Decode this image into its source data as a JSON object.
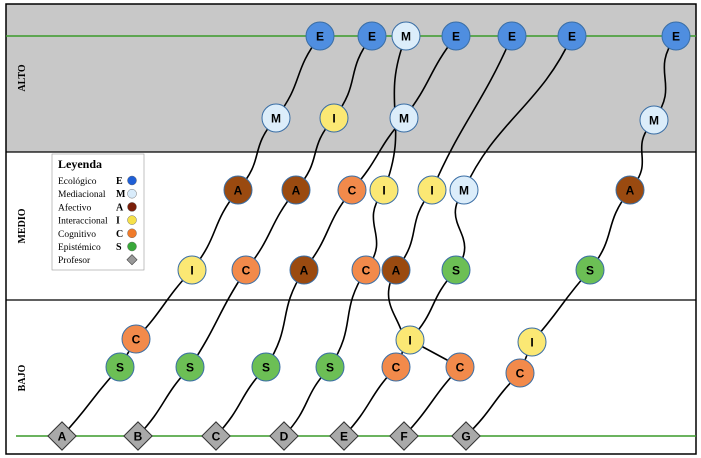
{
  "bands": [
    {
      "label": "ALTO",
      "color": "#c8c8c8"
    },
    {
      "label": "MEDIO",
      "color": "#ffffff"
    },
    {
      "label": "BAJO",
      "color": "#ffffff"
    }
  ],
  "legend": {
    "title": "Leyenda",
    "items": [
      {
        "label": "Ecológico",
        "letter": "E",
        "color": "#1f5fd6"
      },
      {
        "label": "Mediacional",
        "letter": "M",
        "color": "#d9ecfb"
      },
      {
        "label": "Afectivo",
        "letter": "A",
        "color": "#7a1f0a"
      },
      {
        "label": "Interaccional",
        "letter": "I",
        "color": "#f5e04a"
      },
      {
        "label": "Cognitivo",
        "letter": "C",
        "color": "#f07b2a"
      },
      {
        "label": "Epistémico",
        "letter": "S",
        "color": "#39a83a"
      },
      {
        "label": "Profesor",
        "letter": "",
        "color": "#999999"
      }
    ]
  },
  "node_styles": {
    "E": {
      "fill": "#4f8ee0",
      "text": "#000000"
    },
    "M": {
      "fill": "#dcedfa",
      "text": "#000000"
    },
    "A": {
      "fill": "#9a4a10",
      "text": "#000000"
    },
    "I": {
      "fill": "#fbe874",
      "text": "#000000"
    },
    "C": {
      "fill": "#f28a4b",
      "text": "#000000"
    },
    "S": {
      "fill": "#6cbf55",
      "text": "#000000"
    }
  },
  "professors": [
    "A",
    "B",
    "C",
    "D",
    "E",
    "F",
    "G"
  ],
  "paths": [
    {
      "professor": "A",
      "nodes": [
        {
          "t": "S",
          "lvl": "bajo"
        },
        {
          "t": "C",
          "lvl": "bajo"
        },
        {
          "t": "I",
          "lvl": "medio"
        },
        {
          "t": "A",
          "lvl": "medio"
        },
        {
          "t": "M",
          "lvl": "alto"
        },
        {
          "t": "E",
          "lvl": "alto"
        }
      ]
    },
    {
      "professor": "B",
      "nodes": [
        {
          "t": "S",
          "lvl": "bajo"
        },
        {
          "t": "C",
          "lvl": "medio"
        },
        {
          "t": "A",
          "lvl": "medio"
        },
        {
          "t": "I",
          "lvl": "alto"
        },
        {
          "t": "E",
          "lvl": "alto"
        }
      ]
    },
    {
      "professor": "C",
      "nodes": [
        {
          "t": "S",
          "lvl": "bajo"
        },
        {
          "t": "A",
          "lvl": "medio"
        },
        {
          "t": "C",
          "lvl": "medio"
        },
        {
          "t": "M",
          "lvl": "alto"
        },
        {
          "t": "E",
          "lvl": "alto"
        }
      ]
    },
    {
      "professor": "D",
      "nodes": [
        {
          "t": "S",
          "lvl": "bajo"
        },
        {
          "t": "C",
          "lvl": "medio"
        },
        {
          "t": "I",
          "lvl": "medio"
        },
        {
          "t": "M",
          "lvl": "alto"
        }
      ]
    },
    {
      "professor": "E",
      "nodes": [
        {
          "t": "C",
          "lvl": "bajo"
        },
        {
          "t": "A",
          "lvl": "medio"
        },
        {
          "t": "I",
          "lvl": "medio"
        },
        {
          "t": "E",
          "lvl": "alto"
        }
      ]
    },
    {
      "professor": "F",
      "nodes": [
        {
          "t": "C",
          "lvl": "bajo"
        },
        {
          "t": "I",
          "lvl": "bajo"
        },
        {
          "t": "S",
          "lvl": "medio"
        },
        {
          "t": "M",
          "lvl": "medio"
        },
        {
          "t": "E",
          "lvl": "alto"
        }
      ]
    },
    {
      "professor": "G",
      "nodes": [
        {
          "t": "C",
          "lvl": "bajo"
        },
        {
          "t": "I",
          "lvl": "bajo"
        },
        {
          "t": "S",
          "lvl": "medio"
        },
        {
          "t": "A",
          "lvl": "medio"
        },
        {
          "t": "M",
          "lvl": "alto"
        },
        {
          "t": "E",
          "lvl": "alto"
        }
      ]
    }
  ]
}
